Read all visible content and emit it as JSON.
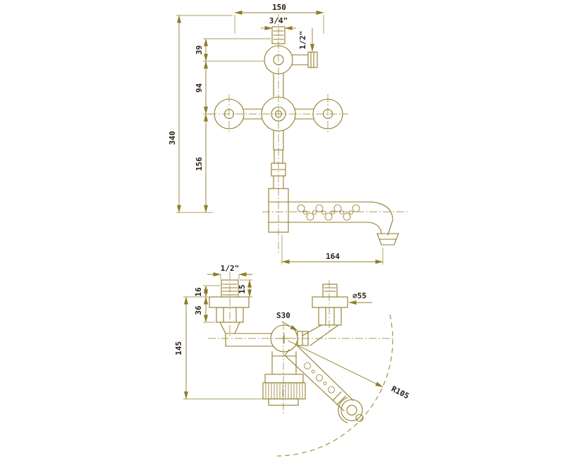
{
  "colors": {
    "line": "#8f7c28",
    "text": "#262014",
    "background": "#ffffff"
  },
  "front_view": {
    "dims": {
      "width_150": "150",
      "thread_top": "3/4\"",
      "thread_side": "1/2\"",
      "offset_39": "39",
      "offset_94": "94",
      "height_340": "340",
      "offset_156": "156",
      "spout_164": "164"
    }
  },
  "side_view": {
    "dims": {
      "thread_inlet": "1/2\"",
      "len_15": "15",
      "len_16": "16",
      "len_36": "36",
      "depth_145": "145",
      "hex_s30": "S30",
      "flange_dia": "⌀55",
      "swing_radius": "R105"
    }
  }
}
